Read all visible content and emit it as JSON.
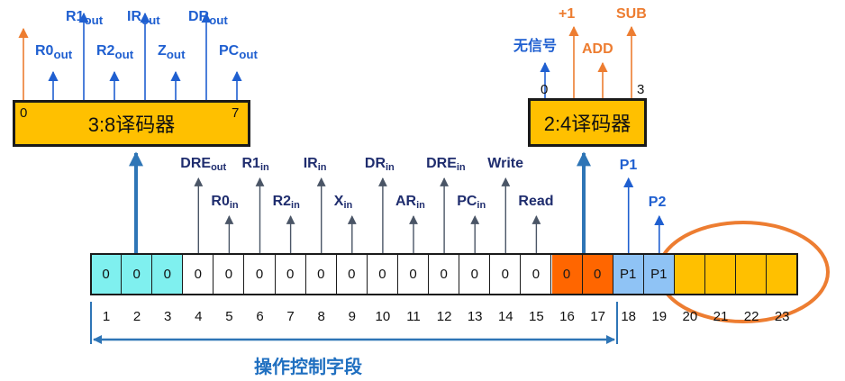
{
  "decoder_38": {
    "label": "3:8译码器",
    "pin_first": "0",
    "pin_last": "7"
  },
  "decoder_24": {
    "label": "2:4译码器",
    "pin_first": "0",
    "pin_last": "3"
  },
  "decoder_38_outputs": [
    {
      "main": "R0",
      "sub": "out"
    },
    {
      "main": "R1",
      "sub": "out"
    },
    {
      "main": "R2",
      "sub": "out"
    },
    {
      "main": "IR",
      "sub": "out"
    },
    {
      "main": "Z",
      "sub": "out"
    },
    {
      "main": "DR",
      "sub": "out"
    },
    {
      "main": "PC",
      "sub": "out"
    }
  ],
  "decoder_24_outputs": [
    "无信号",
    "ADD",
    "+1",
    "SUB"
  ],
  "signals": [
    {
      "bit": 4,
      "main": "DRE",
      "sub": "out"
    },
    {
      "bit": 5,
      "main": "R0",
      "sub": "in"
    },
    {
      "bit": 6,
      "main": "R1",
      "sub": "in"
    },
    {
      "bit": 7,
      "main": "R2",
      "sub": "in"
    },
    {
      "bit": 8,
      "main": "IR",
      "sub": "in"
    },
    {
      "bit": 9,
      "main": "X",
      "sub": "in"
    },
    {
      "bit": 10,
      "main": "DR",
      "sub": "in"
    },
    {
      "bit": 11,
      "main": "AR",
      "sub": "in"
    },
    {
      "bit": 12,
      "main": "DRE",
      "sub": "in"
    },
    {
      "bit": 13,
      "main": "PC",
      "sub": "in"
    },
    {
      "bit": 14,
      "main": "Write",
      "sub": ""
    },
    {
      "bit": 15,
      "main": "Read",
      "sub": ""
    }
  ],
  "pulse_labels": [
    "P1",
    "P2"
  ],
  "bits": [
    "0",
    "0",
    "0",
    "0",
    "0",
    "0",
    "0",
    "0",
    "0",
    "0",
    "0",
    "0",
    "0",
    "0",
    "0",
    "0",
    "0",
    "P1",
    "P1",
    "",
    "",
    "",
    ""
  ],
  "bit_numbers": [
    "1",
    "2",
    "3",
    "4",
    "5",
    "6",
    "7",
    "8",
    "9",
    "10",
    "11",
    "12",
    "13",
    "14",
    "15",
    "16",
    "17",
    "18",
    "19",
    "20",
    "21",
    "22",
    "23"
  ],
  "segment_label": "操作控制字段",
  "colors": {
    "cyan": "#7ff0ef",
    "white": "#ffffff",
    "orange_fill": "#ff6600",
    "blue_fill": "#8fc3f5",
    "amber": "#ffc000",
    "arrow_dark": "#4a5566",
    "arrow_blue": "#1f5fd0",
    "arrow_orange": "#ed7d31",
    "thick_blue": "#2e75b6",
    "ellipse": "#ed7d31"
  }
}
